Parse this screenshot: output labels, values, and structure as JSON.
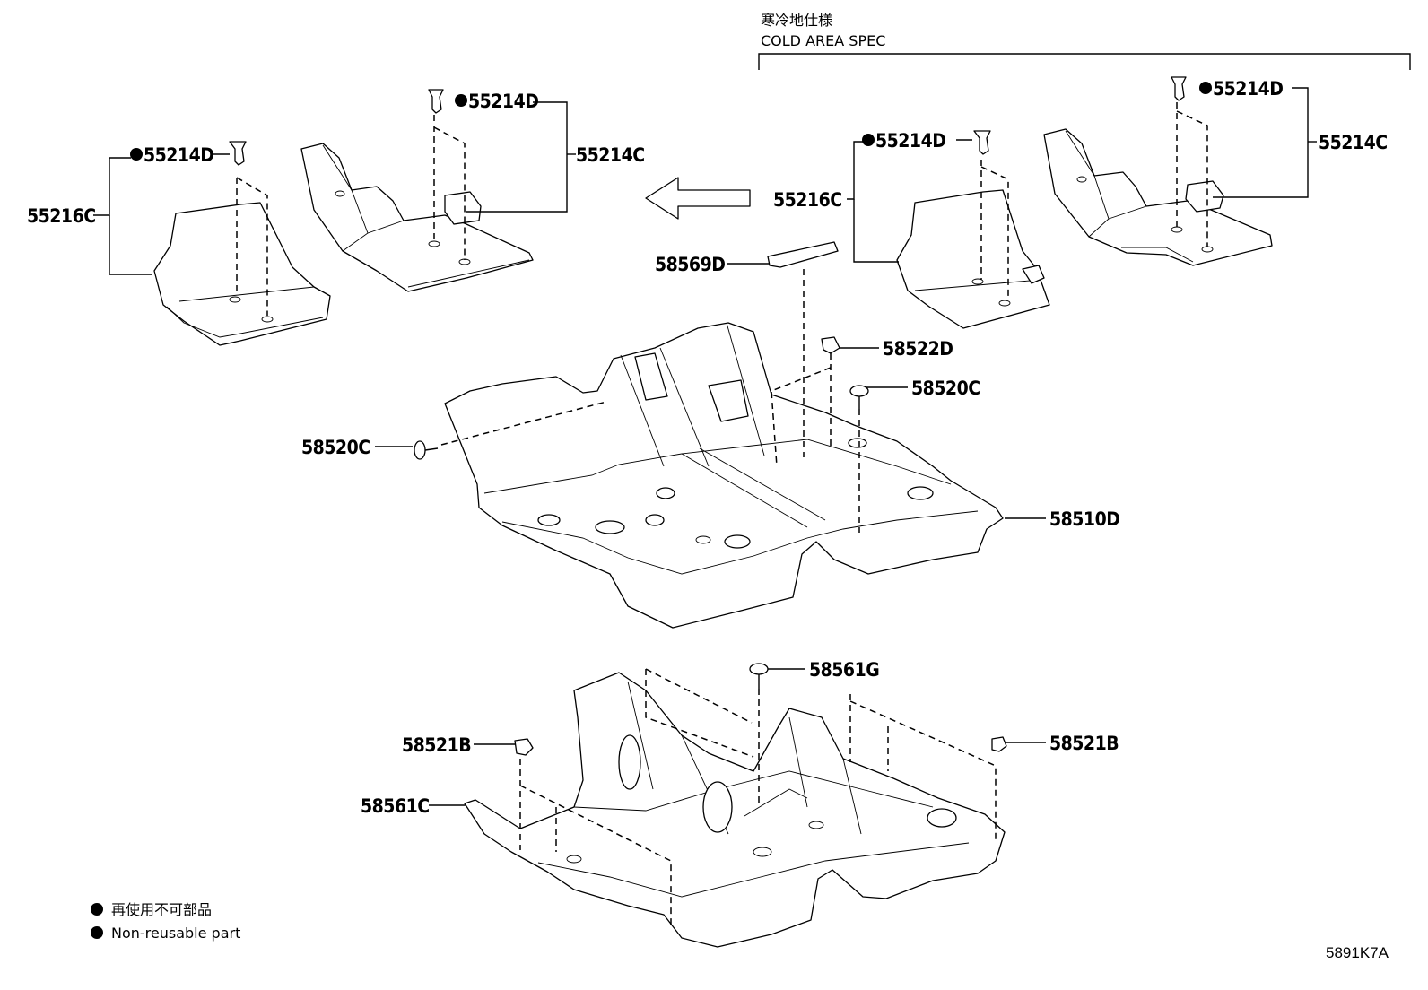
{
  "cold_area": {
    "title_jp": "寒冷地仕様",
    "title_en": "COLD AREA SPEC"
  },
  "labels": {
    "l_55216C_left": "55216C",
    "l_55214D_left": "55214D",
    "l_55214D_mid": "55214D",
    "l_55214C_left": "55214C",
    "l_55214D_cold_a": "55214D",
    "l_55214D_cold_b": "55214D",
    "l_55216C_cold": "55216C",
    "l_55214C_cold": "55214C",
    "l_58569D": "58569D",
    "l_58522D": "58522D",
    "l_58520C_right": "58520C",
    "l_58520C_left": "58520C",
    "l_58510D": "58510D",
    "l_58561G": "58561G",
    "l_58521B_left": "58521B",
    "l_58521B_right": "58521B",
    "l_58561C": "58561C"
  },
  "legend": {
    "line_jp": "再使用不可部品",
    "line_en": "Non-reusable part"
  },
  "figure_ref": "5891K7A"
}
